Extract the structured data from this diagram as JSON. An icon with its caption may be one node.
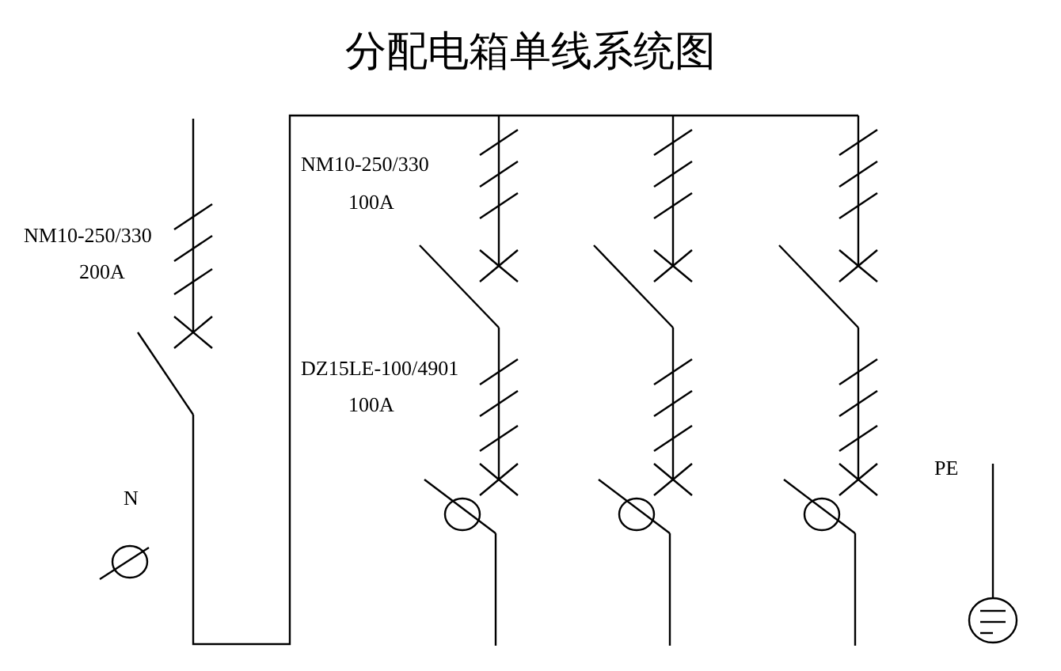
{
  "diagram": {
    "title": "分配电箱单线系统图",
    "labels": [
      "NM10-250/330",
      "100A",
      "NM10-250/330",
      "200A",
      "DZ15LE-100/4901",
      "100A",
      "PE",
      "N"
    ]
  }
}
